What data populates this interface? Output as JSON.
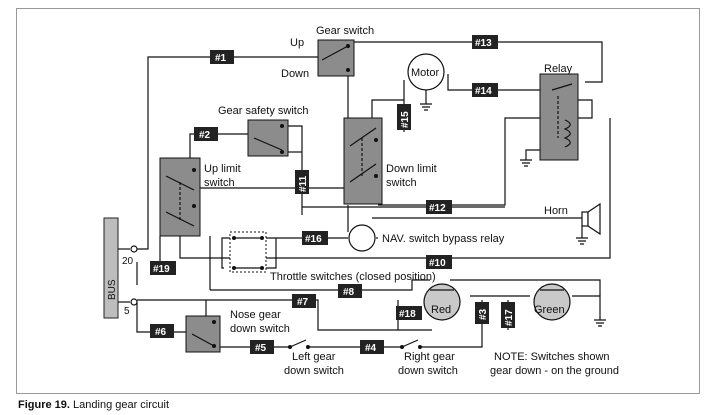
{
  "labels": {
    "gear_switch": "Gear switch",
    "up": "Up",
    "down": "Down",
    "motor": "Motor",
    "relay": "Relay",
    "gear_safety_switch": "Gear safety switch",
    "up_limit_switch_1": "Up limit",
    "up_limit_switch_2": "switch",
    "down_limit_switch_1": "Down limit",
    "down_limit_switch_2": "switch",
    "horn": "Horn",
    "nav_bypass": "NAV. switch bypass relay",
    "throttle": "Throttle switches (closed position)",
    "bus": "BUS",
    "bus_20": "20",
    "bus_5": "5",
    "nose_gear_1": "Nose gear",
    "nose_gear_2": "down switch",
    "left_gear_1": "Left gear",
    "left_gear_2": "down switch",
    "right_gear_1": "Right gear",
    "right_gear_2": "down switch",
    "red": "Red",
    "green": "Green",
    "note_1": "NOTE: Switches shown",
    "note_2": "gear down - on the ground"
  },
  "wires": {
    "w1": "#1",
    "w2": "#2",
    "w3": "#3",
    "w4": "#4",
    "w5": "#5",
    "w6": "#6",
    "w7": "#7",
    "w8": "#8",
    "w10": "#10",
    "w11": "#11",
    "w12": "#12",
    "w13": "#13",
    "w14": "#14",
    "w15": "#15",
    "w16": "#16",
    "w17": "#17",
    "w18": "#18",
    "w19": "#19"
  },
  "caption": {
    "figure": "Figure 19.",
    "text": "Landing gear circuit"
  }
}
